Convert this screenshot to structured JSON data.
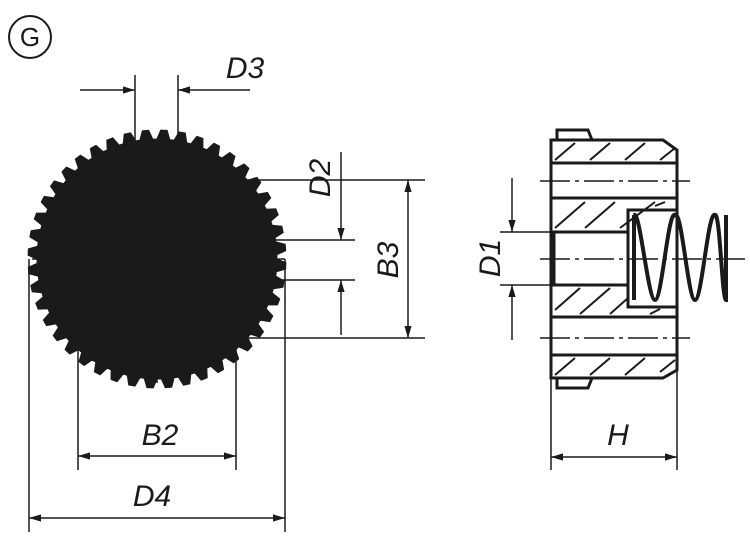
{
  "view_badge": "G",
  "labels": {
    "d1": "D1",
    "d2": "D2",
    "d3": "D3",
    "d4": "D4",
    "b2": "B2",
    "b3": "B3",
    "h": "H"
  },
  "colors": {
    "ink": "#1a1a1a",
    "paper": "#ffffff"
  },
  "gear_teeth": 44
}
